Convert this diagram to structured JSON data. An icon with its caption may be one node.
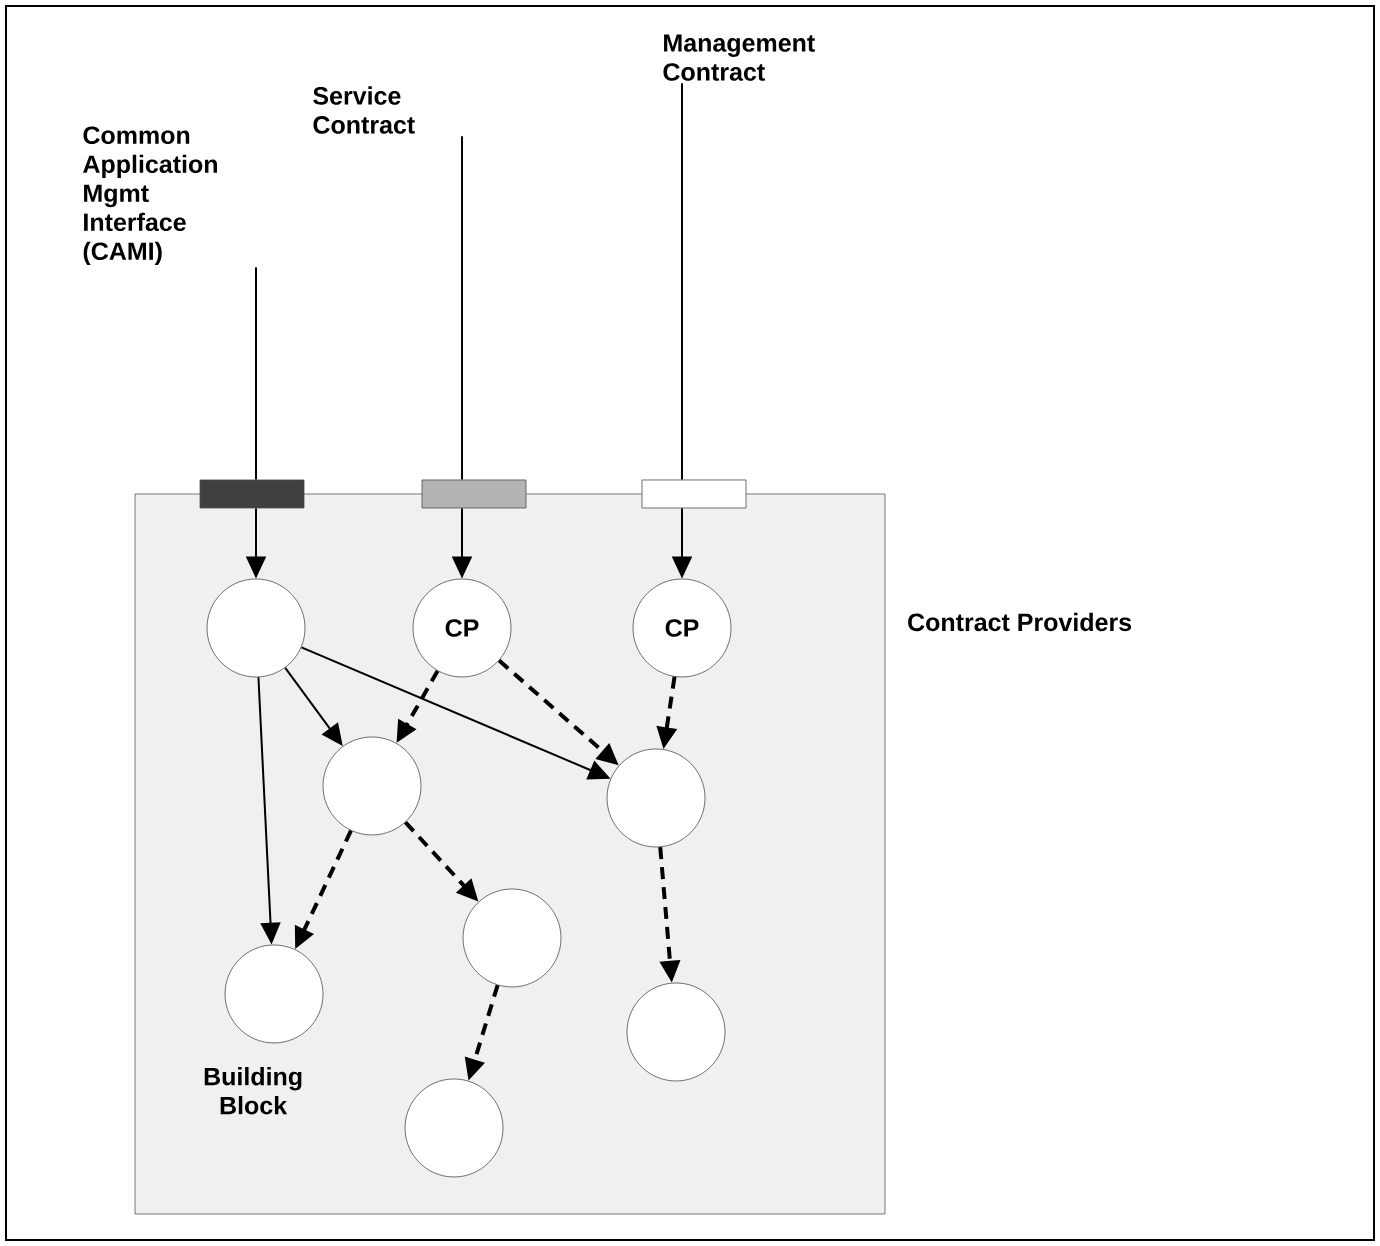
{
  "diagram": {
    "nodes": [
      {
        "text": [
          "Building Block"
        ]
      },
      {
        "text": [],
        "shape": "box"
      },
      {
        "text": [],
        "shape": "box"
      },
      {
        "text": [],
        "shape": "box"
      },
      {
        "text": [
          "Common Application Mgmt Interface (CAMI)"
        ]
      },
      {
        "text": [
          "Service Contract"
        ]
      },
      {
        "text": [
          "Management Contract"
        ]
      },
      {
        "text": [],
        "shape": "circle",
        "in": 0
      },
      {
        "text": [
          "CP"
        ],
        "in": 0
      },
      {
        "text": [
          "CP"
        ],
        "in": 0
      },
      {
        "text": [],
        "shape": "circle",
        "in": 0
      },
      {
        "text": [],
        "shape": "circle",
        "in": 0
      },
      {
        "text": [],
        "shape": "circle",
        "in": 0
      },
      {
        "text": [],
        "shape": "circle",
        "in": 0
      },
      {
        "text": [],
        "shape": "circle",
        "in": 0
      },
      {
        "text": [],
        "shape": "circle",
        "in": 0
      }
    ],
    "edges": [
      {
        "from": 4,
        "to": 1,
        "arrow": "none"
      },
      {
        "from": 1,
        "to": 7,
        "arrow": "to"
      },
      {
        "from": 5,
        "to": 2,
        "arrow": "none"
      },
      {
        "from": 2,
        "to": 8,
        "arrow": "to"
      },
      {
        "from": 6,
        "to": 3,
        "arrow": "none"
      },
      {
        "from": 3,
        "to": 9,
        "arrow": "to"
      },
      {
        "from": 7,
        "to": 12,
        "arrow": "to"
      },
      {
        "from": 7,
        "to": 10,
        "arrow": "to"
      },
      {
        "from": 7,
        "to": 11,
        "arrow": "to"
      },
      {
        "from": 8,
        "to": 10,
        "arrow": "to",
        "style": "dashed"
      },
      {
        "from": 8,
        "to": 11,
        "arrow": "to",
        "style": "dashed"
      },
      {
        "from": 9,
        "to": 11,
        "arrow": "to",
        "style": "dashed"
      },
      {
        "from": 10,
        "to": 12,
        "arrow": "to",
        "style": "dashed"
      },
      {
        "from": 10,
        "to": 13,
        "arrow": "to",
        "style": "dashed"
      },
      {
        "from": 11,
        "to": 14,
        "arrow": "to",
        "style": "dashed"
      },
      {
        "from": 13,
        "to": 15,
        "arrow": "to",
        "style": "dashed"
      }
    ],
    "labels": [
      "Contract Providers"
    ]
  }
}
